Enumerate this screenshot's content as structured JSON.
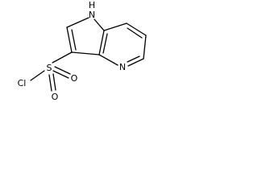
{
  "molecule": {
    "atoms": {
      "nh": "N",
      "nh_h": "H",
      "n_pyridine": "N",
      "sulfur": "S",
      "oxygen_lower": "O",
      "oxygen_right": "O",
      "chlorine": "Cl"
    },
    "colors": {
      "bond": "#000000",
      "label": "#000000",
      "background": "#ffffff"
    }
  }
}
